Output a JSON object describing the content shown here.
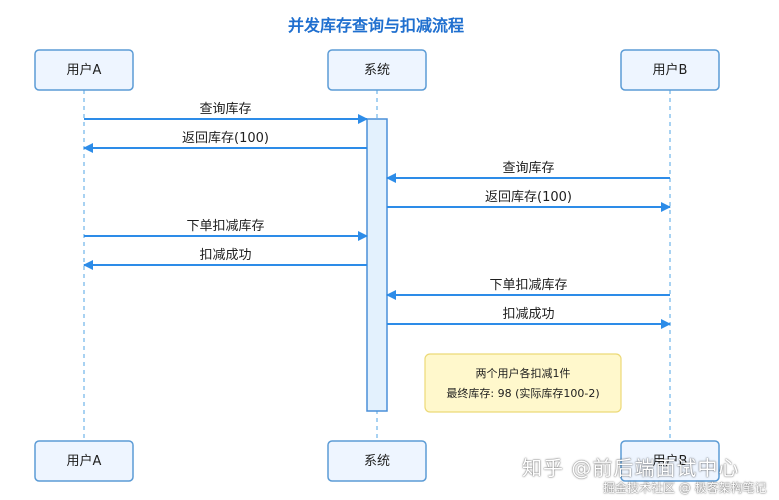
{
  "title": "并发库存查询与扣减流程",
  "participants": [
    {
      "id": "a",
      "label": "用户A"
    },
    {
      "id": "sys",
      "label": "系统"
    },
    {
      "id": "b",
      "label": "用户B"
    }
  ],
  "bottom_participants": [
    {
      "id": "a",
      "label": "用户A"
    },
    {
      "id": "sys",
      "label": "系统"
    },
    {
      "id": "b",
      "label": "用户B"
    }
  ],
  "messages": [
    {
      "from": "a",
      "to": "sys",
      "label": "查询库存"
    },
    {
      "from": "sys",
      "to": "a",
      "label": "返回库存(100)"
    },
    {
      "from": "b",
      "to": "sys",
      "label": "查询库存"
    },
    {
      "from": "sys",
      "to": "b",
      "label": "返回库存(100)"
    },
    {
      "from": "a",
      "to": "sys",
      "label": "下单扣减库存"
    },
    {
      "from": "sys",
      "to": "a",
      "label": "扣减成功"
    },
    {
      "from": "b",
      "to": "sys",
      "label": "下单扣减库存"
    },
    {
      "from": "sys",
      "to": "b",
      "label": "扣减成功"
    }
  ],
  "note": {
    "line1": "两个用户各扣减1件",
    "line2": "最终库存: 98 (实际库存100-2)"
  },
  "watermark": {
    "main": "知乎 @前后端面试中心",
    "sub": "掘金技术社区 @ 极客架构笔记"
  },
  "colors": {
    "title": "#1f6fcf",
    "box_fill": "#eef5ff",
    "box_stroke": "#5b9bd5",
    "arrow": "#2d8ce8",
    "lifeline": "#8cc4ee",
    "activation_fill": "#e3f1fd",
    "activation_stroke": "#4a8fd8",
    "note_fill": "#fff8cc",
    "note_stroke": "#ecd977",
    "text": "#1e1e1e"
  }
}
